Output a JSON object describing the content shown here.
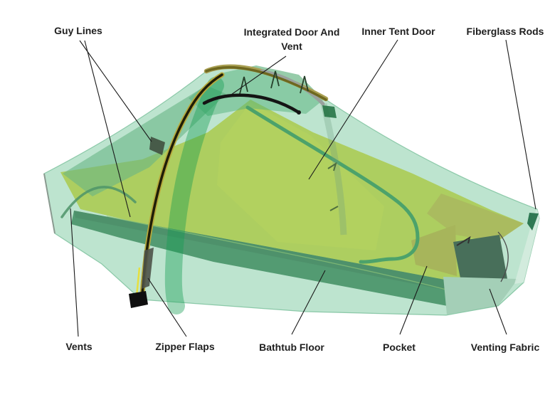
{
  "diagram": {
    "subject": "Tent parts diagram",
    "background": "#ffffff",
    "labels": [
      {
        "id": "guy-lines",
        "text": "Guy Lines",
        "position": "top"
      },
      {
        "id": "integrated-door-and-vent",
        "text": "Integrated Door And Vent",
        "lines": [
          "Integrated Door And",
          "Vent"
        ],
        "position": "top"
      },
      {
        "id": "inner-tent-door",
        "text": "Inner Tent Door",
        "position": "top"
      },
      {
        "id": "fiberglass-rods",
        "text": "Fiberglass Rods",
        "position": "top"
      },
      {
        "id": "vents",
        "text": "Vents",
        "position": "bottom"
      },
      {
        "id": "zipper-flaps",
        "text": "Zipper Flaps",
        "position": "bottom"
      },
      {
        "id": "bathtub-floor",
        "text": "Bathtub Floor",
        "position": "bottom"
      },
      {
        "id": "pocket",
        "text": "Pocket",
        "position": "bottom"
      },
      {
        "id": "venting-fabric",
        "text": "Venting Fabric",
        "position": "bottom"
      }
    ],
    "colors": {
      "fly": "#7cc9a0",
      "fly_rim": "#69b88f",
      "inner_tent": "#dfd320",
      "inner_tent_bright": "#ead91f",
      "inner_tent_gold": "#d8a61e",
      "pocket": "#d2a016",
      "floor": "#2b6d45",
      "floor_dark": "#1f5634",
      "ridge_door_line": "#1d7a36",
      "pole_dark": "#1f1e08",
      "pole_olive": "#6e6820",
      "pole_highlight": "#b7a93c",
      "venting_fabric": "#ccd5ce",
      "opening": "#151515",
      "label_text": "#1f1f1f",
      "leader_line": "#1a1a1a"
    }
  }
}
